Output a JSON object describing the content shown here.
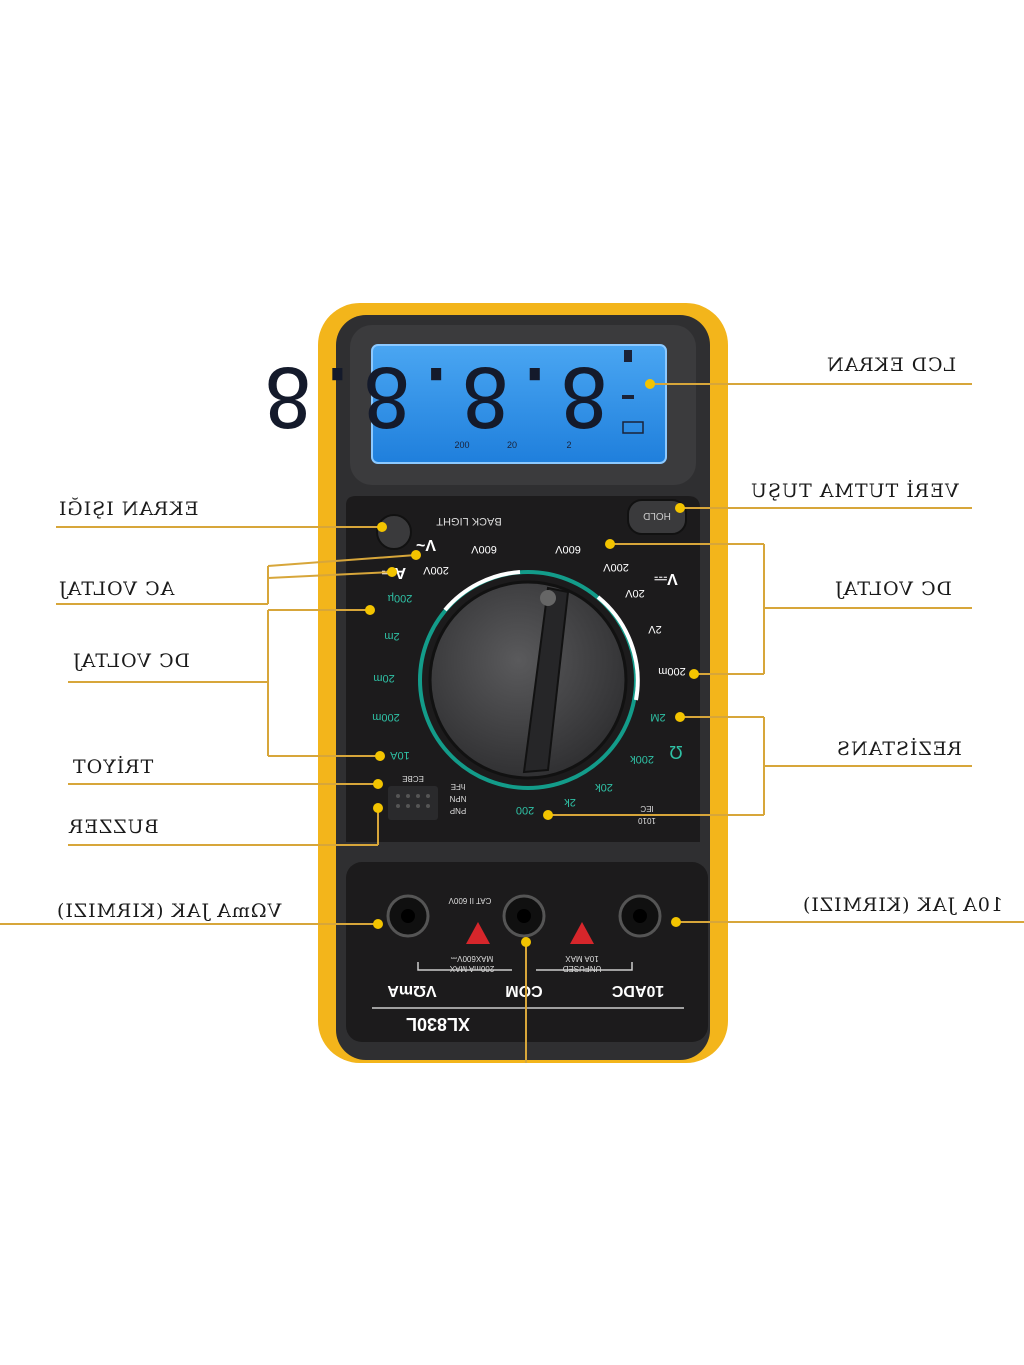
{
  "meter": {
    "model": "XL830L",
    "display_digits": "8.8.8.8",
    "display_scale": [
      "200",
      "20",
      "2"
    ],
    "backlight_label": "BACK LIGHT",
    "hold_label": "HOLD",
    "ranges": {
      "ac_v_600": "600V",
      "ac_v_200": "200V",
      "dc_v_600": "600V",
      "dc_v_200": "200V",
      "dc_v_20": "20V",
      "dc_v_2": "2V",
      "dc_v_200m": "200m",
      "ohm_2m": "2M",
      "ohm_200k": "200k",
      "ohm_20k": "20k",
      "ohm_2k": "2k",
      "ohm_200": "200",
      "dca_200u": "200µ",
      "dca_2m": "2m",
      "dca_20m": "20m",
      "dca_200m": "200m",
      "dca_10a": "10A",
      "hfe": "hFE",
      "npn": "NPN",
      "pnp": "PNP",
      "ecbe": "ECBE",
      "vac_symbol": "V~",
      "vdc_symbol": "V⎓",
      "adc_symbol": "A⎓",
      "ohm_symbol": "Ω"
    },
    "cat_label": "CAT II 600V",
    "max_left": [
      "MAX600V⎓",
      "200mA MAX"
    ],
    "max_right": [
      "10A MAX",
      "UNFUSED"
    ],
    "jacks": [
      "VΩmA",
      "COM",
      "10ADC"
    ],
    "iec": [
      "IEC",
      "1010"
    ]
  },
  "callouts": {
    "lcd": "LCD EKRAN",
    "hold": "VERİ TUTMA TUŞU",
    "dc_volt_right": "DC VOLTAJ",
    "resistance": "REZİSTANS",
    "jack_10a": "10A JAK (KIRMIZI)",
    "backlight": "EKRAN IŞIĞI",
    "ac_volt": "AC VOLTAJ",
    "dc_volt_left": "DC VOLTAJ",
    "triode": "TRİYOT",
    "buzzer": "BUZZER",
    "jack_vma": "VΩmA JAK (KIRMIZI)"
  },
  "colors": {
    "case_yellow": "#f3b51b",
    "body_dark": "#2f2f31",
    "panel_black": "#1c1b1c",
    "lcd_blue": "#2f8fe6",
    "ring_teal": "#139c8a",
    "leader_gold": "#d7a63a"
  }
}
